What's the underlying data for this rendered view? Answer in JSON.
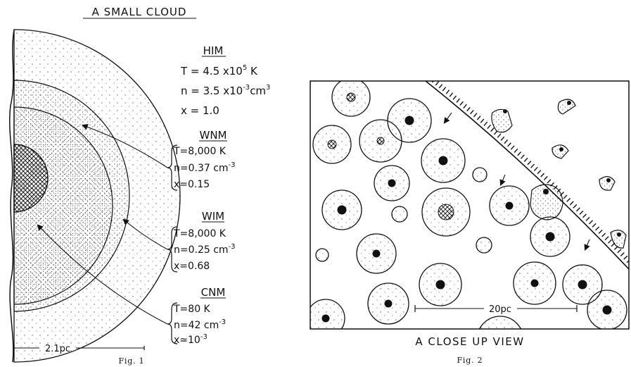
{
  "fig1": {
    "title": "A SMALL CLOUD",
    "him": {
      "heading": "HIM",
      "T": "T  =  4.5 x10",
      "T_exp": "5",
      "T_unit": " K",
      "n": "n  =  3.5 x10",
      "n_exp": "-3",
      "n_unit": "cm",
      "n_unit_exp": "3",
      "x": "x  =  1.0"
    },
    "wnm": {
      "heading": "WNM",
      "T": "T=8,000 K",
      "n": "n=0.37 cm",
      "n_exp": "-3",
      "x": "x=0.15"
    },
    "wim": {
      "heading": "WIM",
      "T": "T=8,000 K",
      "n": "n=0.25 cm",
      "n_exp": "-3",
      "x": "x=0.68"
    },
    "cnm": {
      "heading": "CNM",
      "T": "T=80 K",
      "n": "n=42 cm",
      "n_exp": "-3",
      "x": "x≃10",
      "x_exp": "-3"
    },
    "scale_label": "2.1pc",
    "caption": "Fig. 1"
  },
  "fig2": {
    "subtitle": "A CLOSE UP VIEW",
    "scale_label": "20pc",
    "caption": "Fig. 2"
  }
}
